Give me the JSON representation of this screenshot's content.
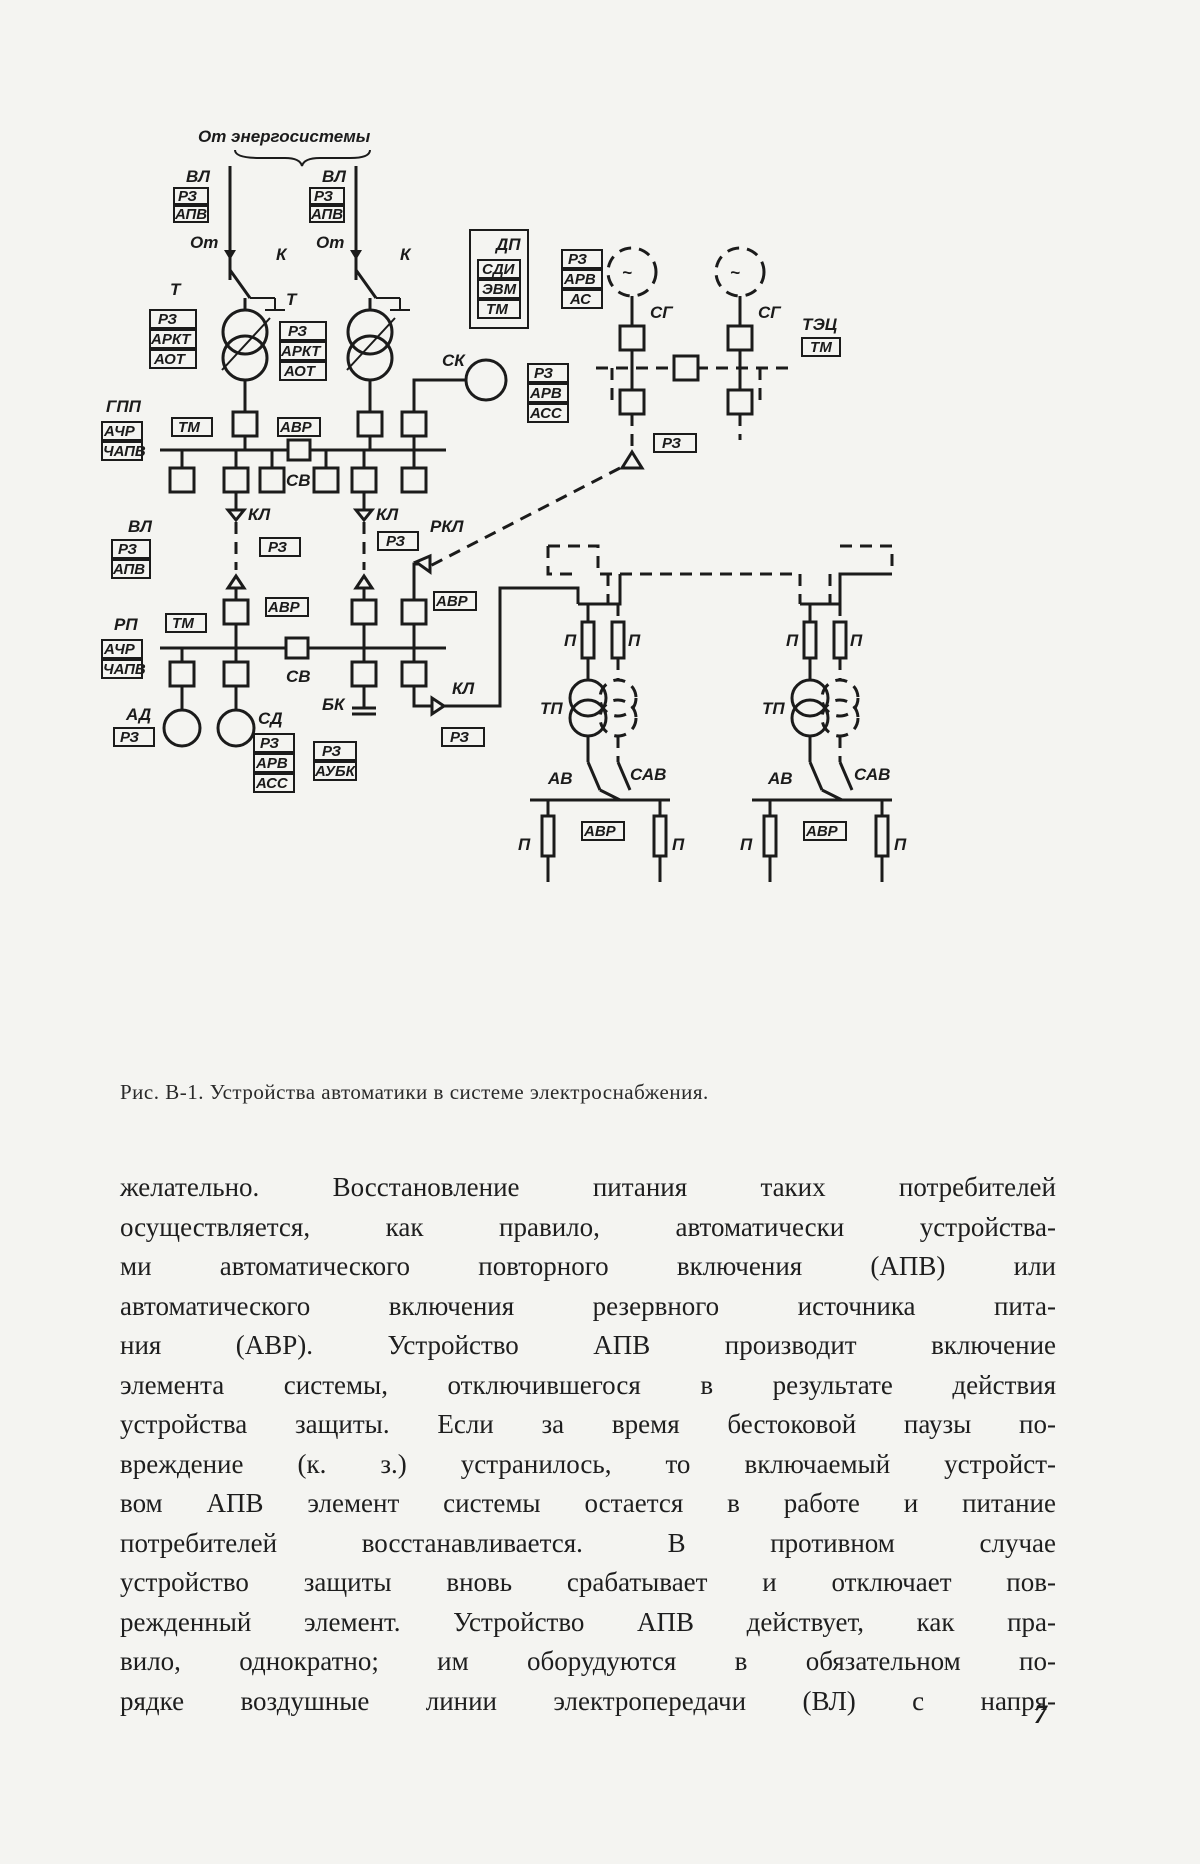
{
  "figure": {
    "source_label": "От энергосистемы",
    "labels": {
      "vl": "ВЛ",
      "rz": "РЗ",
      "apv": "АПВ",
      "ot": "От",
      "k": "К",
      "t": "Т",
      "arkt": "АРКТ",
      "aot": "АОТ",
      "gpp": "ГПП",
      "tm": "ТМ",
      "achr": "АЧР",
      "chapv": "ЧАПВ",
      "avr": "АВР",
      "sv": "СВ",
      "kl": "КЛ",
      "rkl": "РКЛ",
      "sk": "СК",
      "dp": "ДП",
      "sdi": "СДИ",
      "evm": "ЭВМ",
      "arv": "АРВ",
      "as": "АС",
      "ass": "АСС",
      "sg": "СГ",
      "tec": "ТЭЦ",
      "rp": "РП",
      "bk": "БК",
      "ad": "АД",
      "sd": "СД",
      "aubk": "АУБК",
      "p": "П",
      "tp": "ТП",
      "av": "АВ",
      "sav": "САВ"
    }
  },
  "caption": "Рис. В-1. Устройства автоматики в системе электроснабжения.",
  "body_lines": [
    "желательно. Восстановление питания таких потребителей",
    "осуществляется, как правило, автоматически устройства-",
    "ми автоматического повторного включения (АПВ) или",
    "автоматического включения резервного источника пита-",
    "ния (АВР). Устройство АПВ производит включение",
    "элемента системы, отключившегося в результате действия",
    "устройства защиты. Если за время бестоковой паузы по-",
    "вреждение (к. з.) устранилось, то включаемый устройст-",
    "вом АПВ элемент системы остается в работе и питание",
    "потребителей восстанавливается. В противном случае",
    "устройство защиты вновь срабатывает и отключает пов-",
    "режденный элемент. Устройство АПВ действует, как пра-",
    "вило, однократно; им оборудуются в обязательном по-",
    "рядке воздушные линии электропередачи (ВЛ) с напря-"
  ],
  "page_number": "7"
}
